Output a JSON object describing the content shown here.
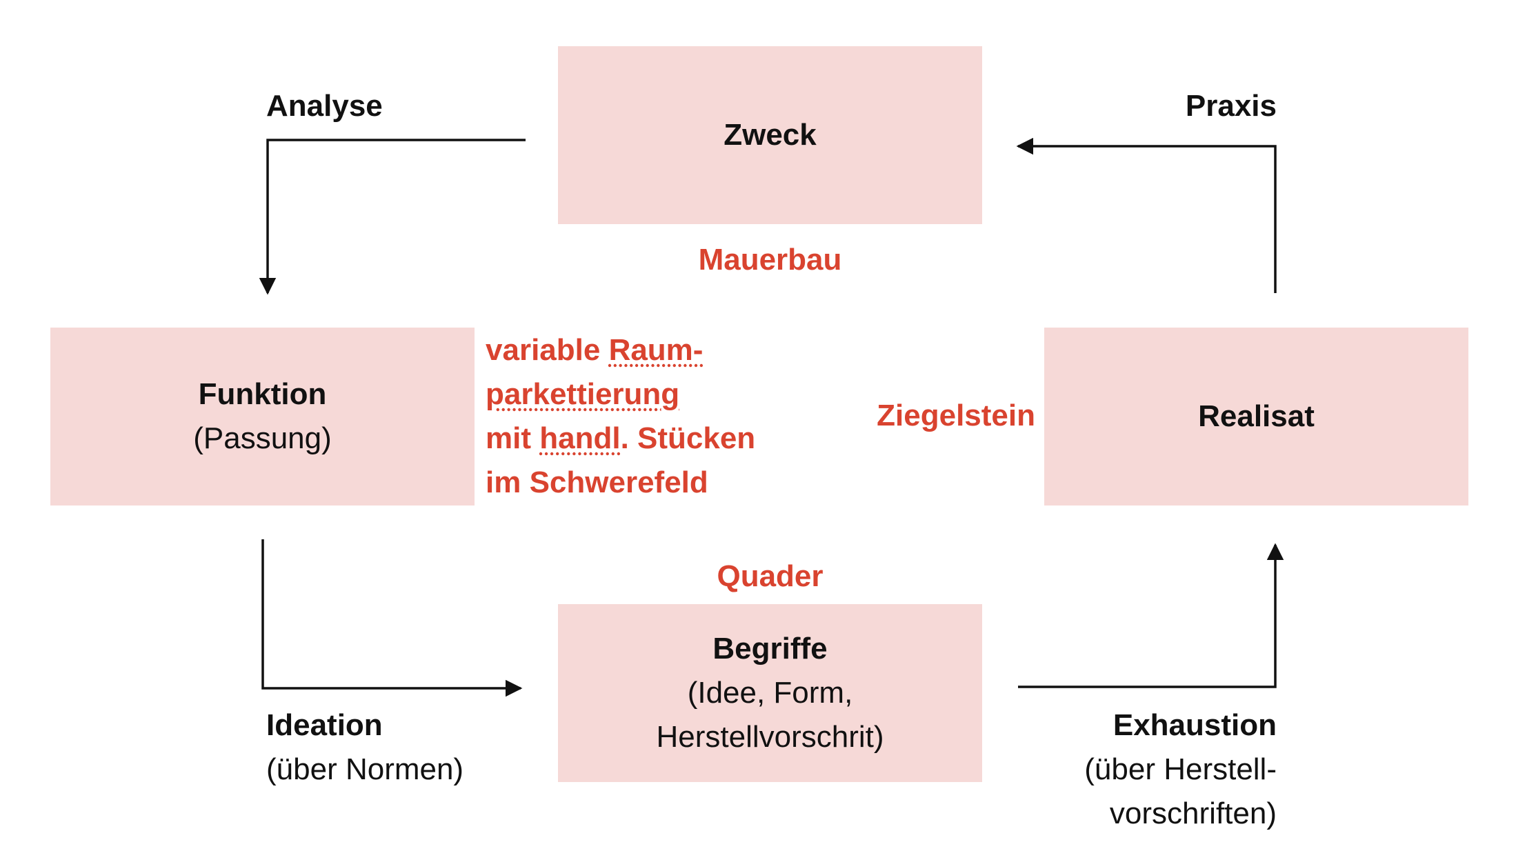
{
  "boxes": {
    "zweck": {
      "title": "Zweck"
    },
    "funktion": {
      "title": "Funktion",
      "subtitle": "(Passung)"
    },
    "realisat": {
      "title": "Realisat"
    },
    "begriffe": {
      "title": "Begriffe",
      "subtitle_line1": "(Idee, Form,",
      "subtitle_line2": "Herstellvorschrit)"
    }
  },
  "transitions": {
    "analyse": {
      "title": "Analyse"
    },
    "praxis": {
      "title": "Praxis"
    },
    "ideation": {
      "title": "Ideation",
      "subtitle": "(über Normen)"
    },
    "exhaustion": {
      "title": "Exhaustion",
      "subtitle_line1": "(über Herstell-",
      "subtitle_line2": "vorschriften)"
    }
  },
  "examples": {
    "mauerbau": "Mauerbau",
    "quader": "Quader",
    "ziegelstein": "Ziegelstein",
    "description": {
      "line1_a": "variable ",
      "line1_b": "Raum-",
      "line2": "parkettierung",
      "line3_a": "mit ",
      "line3_b": "handl",
      "line3_c": ". Stücken",
      "line4": "im Schwerefeld"
    }
  },
  "colors": {
    "box_fill": "#f6d9d7",
    "accent_red": "#d9432f",
    "arrow": "#111111"
  }
}
